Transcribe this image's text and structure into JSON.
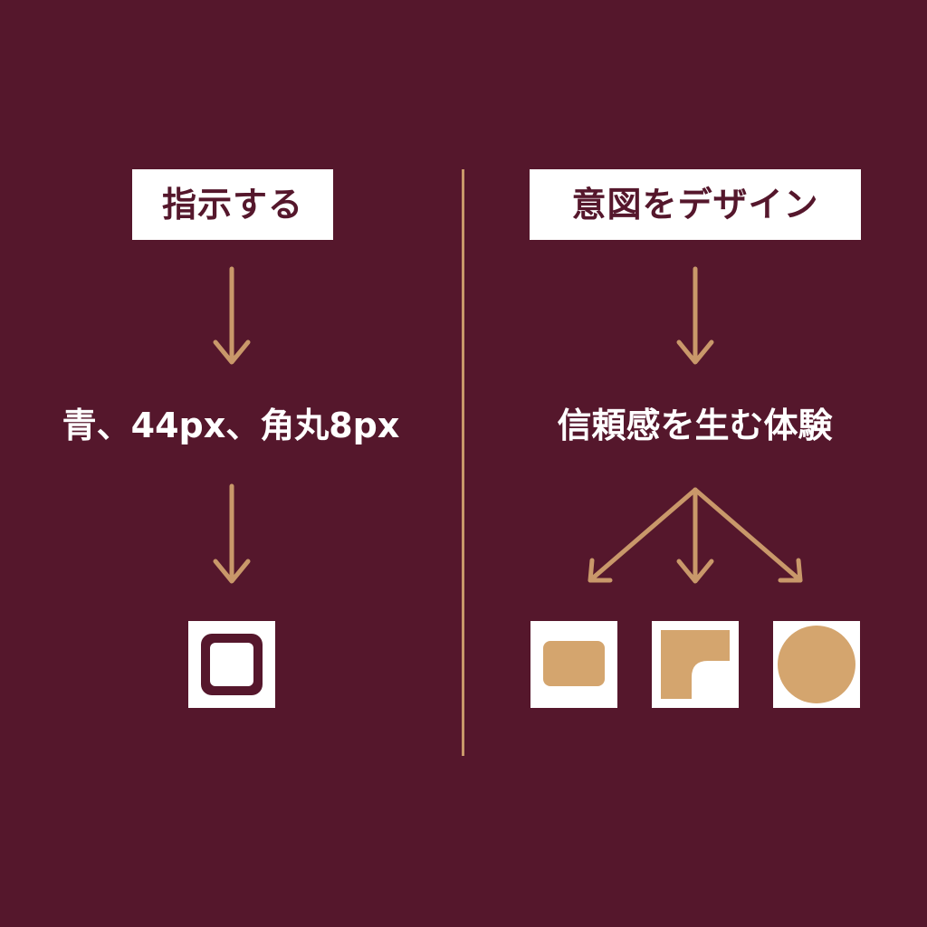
{
  "colors": {
    "background": "#55172c",
    "accent": "#c9986a",
    "shape_fill": "#d4a56e",
    "box": "#ffffff"
  },
  "left": {
    "label": "指示する",
    "description": "青、44px、角丸8px",
    "shape_icon": "rounded-square-outline-icon"
  },
  "right": {
    "label": "意図をデザイン",
    "description": "信頼感を生む体験",
    "shape_icons": [
      "rounded-rectangle-icon",
      "corner-notched-square-icon",
      "circle-icon"
    ]
  }
}
